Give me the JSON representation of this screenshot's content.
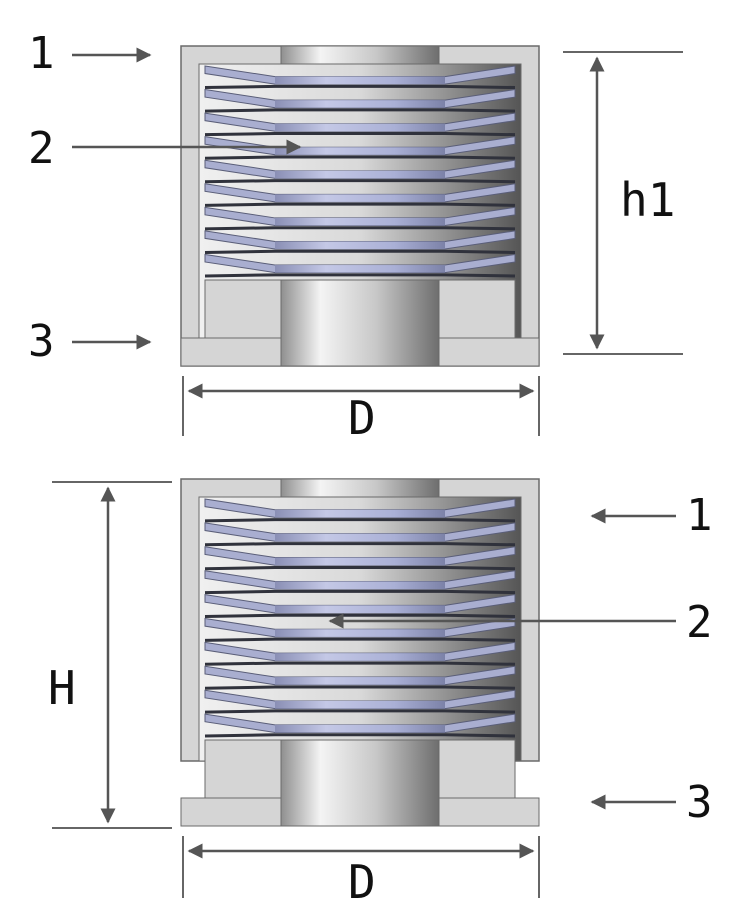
{
  "labels": {
    "callout_1": "1",
    "callout_2": "2",
    "callout_3": "3",
    "height_top": "h1",
    "height_bottom": "H",
    "diameter": "D"
  },
  "colors": {
    "housing": "#d5d5d5",
    "housing_edge": "#6a6a6a",
    "spring": "#a9aed0",
    "spring_dark": "#30323c",
    "core_light": "#f2f2f2",
    "core_dark": "#8a8a8a",
    "arrow": "#555555",
    "dim_line": "#333333"
  }
}
